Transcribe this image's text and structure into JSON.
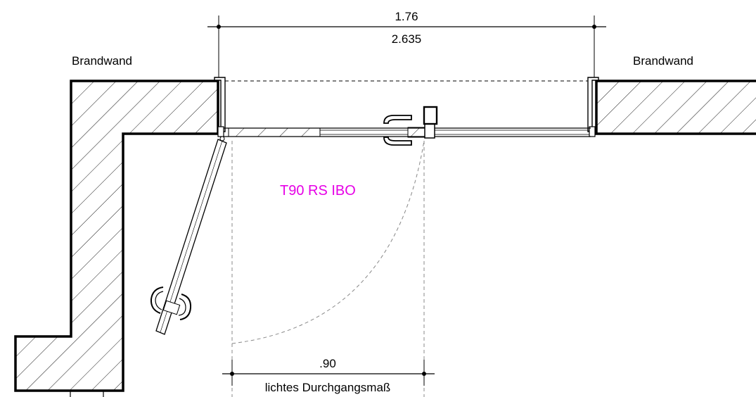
{
  "drawing": {
    "wall_label_left": "Brandwand",
    "wall_label_right": "Brandwand",
    "dim_top_upper": "1.76",
    "dim_top_lower": "2.635",
    "door_type": "T90 RS IBO",
    "dim_bottom": ".90",
    "dim_bottom_label": "lichtes Durchgangsmaß",
    "door_text_color": "#e600e6"
  }
}
